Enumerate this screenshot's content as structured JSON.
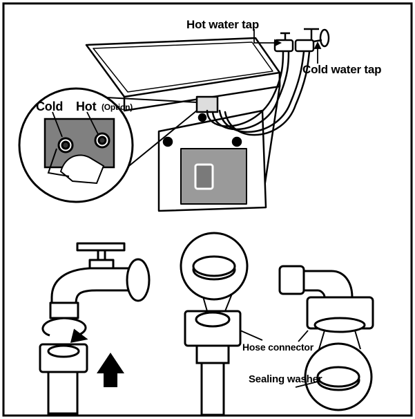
{
  "labels": {
    "hot_water_tap": "Hot water tap",
    "cold_water_tap": "Cold water tap",
    "cold": "Cold",
    "hot": "Hot",
    "option": "(Option)",
    "hose_connector": "Hose connector",
    "sealing_washer": "Sealing washer"
  },
  "colors": {
    "line": "#000000",
    "background": "#ffffff",
    "panel": "#808080",
    "window": "#9a9a9a",
    "arrow": "#000000"
  }
}
